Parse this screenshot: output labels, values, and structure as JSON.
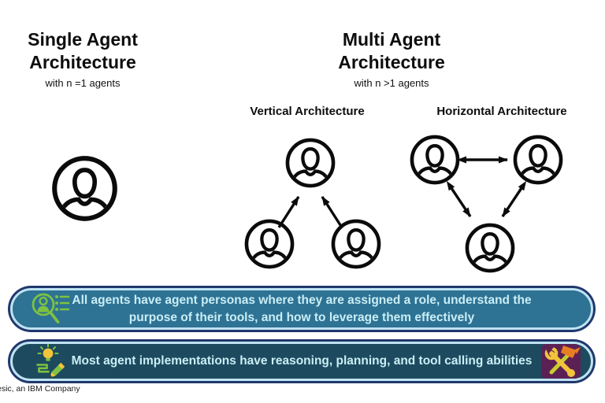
{
  "headings": {
    "single": {
      "title_line1": "Single Agent",
      "title_line2": "Architecture",
      "subtitle": "with n =1 agents"
    },
    "multi": {
      "title_line1": "Multi Agent",
      "title_line2": "Architecture",
      "subtitle": "with n >1 agents"
    }
  },
  "diagram": {
    "vertical_label": "Vertical Architecture",
    "horizontal_label": "Horizontal Architecture"
  },
  "banners": [
    {
      "icon": "persona-search-icon",
      "text": "All agents have agent personas where they are assigned a role, understand the purpose of their tools, and how to leverage them effectively"
    },
    {
      "icon_left": "idea-sketch-icon",
      "icon_right": "tools-icon",
      "text": "Most agent implementations have reasoning, planning, and tool calling abilities"
    }
  ],
  "footer": {
    "text": "esic, an IBM Company"
  },
  "colors": {
    "banner1_fill": "#2E7294",
    "banner2_fill": "#1D4A5E",
    "outline_navy": "#20386B",
    "ring_light_blue": "#BFE3F2",
    "banner_text": "#C9EEF5",
    "icon_green": "#7DC242",
    "icon_yellow": "#F2C43B",
    "icon_orange": "#E87E23",
    "tools_bg_purple": "#5C2154",
    "diagram_stroke": "#0b0b0b"
  }
}
